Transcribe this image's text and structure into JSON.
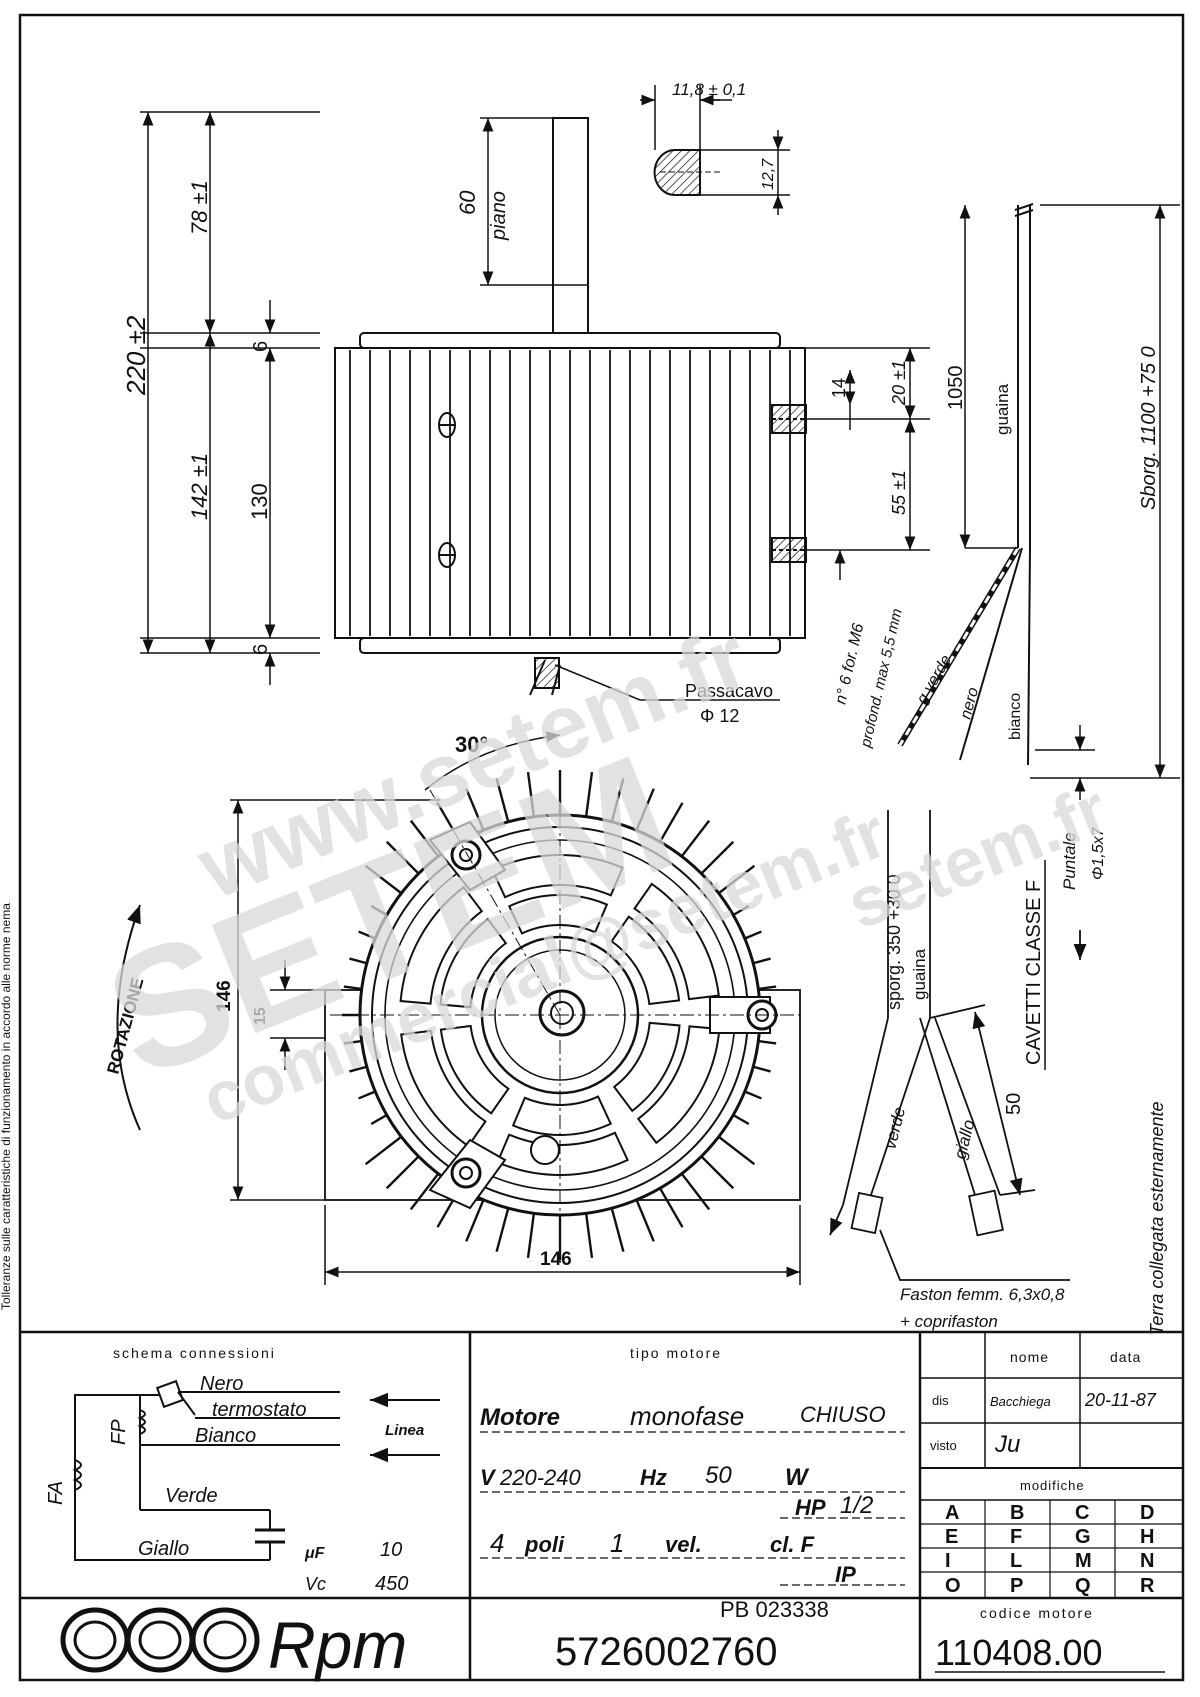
{
  "side_note": "Tolleranze sulle caratteristiche di funzionamento in accordo alle norme nema",
  "watermark": {
    "site": "www.setem.fr",
    "brand": "SETEM",
    "site2": "setem.fr",
    "email": "commercial@setem.fr"
  },
  "side_view": {
    "dim_total": "220 ±2",
    "dim_shaft": "78 ±1",
    "dim_body": "142 ±1",
    "dim_ring_top": "6",
    "dim_core": "130",
    "dim_ring_bottom": "6",
    "dim_flat": "60",
    "flat_label": "piano",
    "dim_flat_width": "11,8 ± 0,1",
    "dim_shaft_diam": "12,7",
    "dim_hole_a": "14",
    "dim_hole_b": "20 ±1",
    "dim_hole_c": "55 ±1",
    "holes_note_1": "n° 6 for. M6",
    "holes_note_2": "profond. max 5,5 mm",
    "grommet_label": "Passacavo",
    "grommet_diam": "Φ 12",
    "cable_length": "1050",
    "sheath_label": "guaina",
    "cable_protrusion": "Sborg. 1100 +75 0",
    "wire_gverde": "g verde",
    "wire_nero": "nero",
    "wire_bianco": "bianco",
    "tip_label": "Puntale",
    "tip_size": "Φ1,5x7"
  },
  "front_view": {
    "angle": "30°",
    "rotation_label": "ROTAZIONE",
    "dim_height": "146",
    "dim_width": "146",
    "dim_hub": "15"
  },
  "right_notes": {
    "cable_class": "CAVETTI CLASSE F",
    "sporg": "sporg. 350 +30 0",
    "guaina": "guaina",
    "verde": "verde",
    "giallo": "giallo",
    "dim_50": "50",
    "faston_1": "Faston femm. 6,3x0,8",
    "faston_2": "+ coprifaston",
    "earth_note": "Terra collegata esternamente"
  },
  "title_block": {
    "schema_header": "schema connessioni",
    "nero": "Nero",
    "termostato": "termostato",
    "linea": "Linea",
    "bianco": "Bianco",
    "verde": "Verde",
    "giallo": "Giallo",
    "fp": "FP",
    "fa": "FA",
    "uf_unit": "μF",
    "uf_value": "10",
    "vc_unit": "Vc",
    "vc_value": "450",
    "tipo_header": "tipo motore",
    "motore_1": "Motore",
    "motore_2": "monofase",
    "motore_3": "CHIUSO",
    "volt_label": "V",
    "volt_value": "220-240",
    "hz_label": "Hz",
    "hz_value": "50",
    "w_label": "W",
    "hp_label": "HP",
    "hp_value": "1/2",
    "poles_value": "4",
    "poles_label": "poli",
    "speed_value": "1",
    "speed_label": "vel.",
    "class_label": "cl. F",
    "ip_label": "IP",
    "nome_header": "nome",
    "data_header": "data",
    "dis_label": "dis",
    "dis_name": "Bacchiega",
    "dis_date": "20-11-87",
    "visto_label": "visto",
    "visto_sign": "Ju",
    "modifiche_header": "modifiche",
    "mod_letters": [
      "A",
      "B",
      "C",
      "D",
      "E",
      "F",
      "G",
      "H",
      "I",
      "L",
      "M",
      "N",
      "O",
      "P",
      "Q",
      "R"
    ],
    "brand": "Rpm",
    "pb_code": "PB 023338",
    "part_number": "5726002760",
    "codice_header": "codice motore",
    "motor_code": "110408.00"
  }
}
